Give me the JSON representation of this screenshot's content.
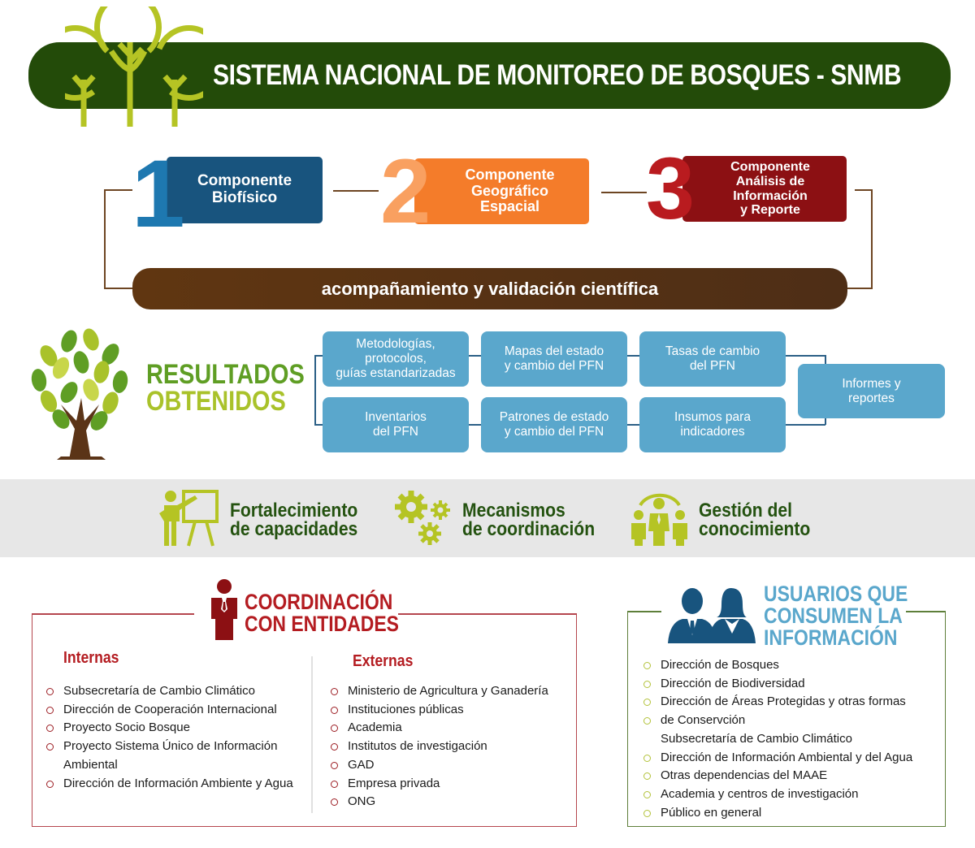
{
  "header": {
    "title": "SISTEMA NACIONAL DE MONITOREO DE BOSQUES - SNMB",
    "logo_icon": "three-trees-icon"
  },
  "components": [
    {
      "number": "1",
      "lines": [
        "Componente",
        "Biofísico"
      ],
      "color": "#18547e",
      "number_color": "#1e78b0"
    },
    {
      "number": "2",
      "lines": [
        "Componente",
        "Geográfico",
        "Espacial"
      ],
      "color": "#f47c2a",
      "number_color": "#f9a060"
    },
    {
      "number": "3",
      "lines": [
        "Componente",
        "Análisis de",
        "Información",
        "y Reporte"
      ],
      "color": "#8c1013",
      "number_color": "#b91b1f"
    }
  ],
  "science_bar": {
    "label": "acompañamiento y validación científica"
  },
  "results": {
    "title_line1": "RESULTADOS",
    "title_line2": "OBTENIDOS",
    "icon": "leafy-tree-icon",
    "boxes": [
      {
        "lines": [
          "Metodologías,",
          "protocolos,",
          "guías estandarizadas"
        ]
      },
      {
        "lines": [
          "Mapas del estado",
          "y cambio del PFN"
        ]
      },
      {
        "lines": [
          "Tasas de cambio",
          "del PFN"
        ]
      },
      {
        "lines": [
          "Inventarios",
          "del PFN"
        ]
      },
      {
        "lines": [
          "Patrones de estado",
          "y cambio del PFN"
        ]
      },
      {
        "lines": [
          "Insumos para",
          "indicadores"
        ]
      },
      {
        "lines": [
          "Informes y",
          "reportes"
        ]
      }
    ]
  },
  "band": {
    "items": [
      {
        "line1": "Fortalecimiento",
        "line2": "de capacidades",
        "icon": "presentation-board-icon"
      },
      {
        "line1": "Mecanismos",
        "line2": "de coordinación",
        "icon": "gears-icon"
      },
      {
        "line1": "Gestión del",
        "line2": "conocimiento",
        "icon": "team-people-icon"
      }
    ]
  },
  "coordination": {
    "title_line1": "COORDINACIÓN",
    "title_line2": "CON ENTIDADES",
    "icon": "businessman-icon",
    "internal": {
      "heading": "Internas",
      "items": [
        "Subsecretaría de Cambio Climático",
        "Dirección de Cooperación Internacional",
        "Proyecto Socio Bosque",
        "Proyecto Sistema Único de Información",
        "Ambiental",
        "Dirección de Información Ambiente y Agua"
      ]
    },
    "external": {
      "heading": "Externas",
      "items": [
        "Ministerio de Agricultura y Ganadería",
        "Instituciones públicas",
        "Academia",
        "Institutos de investigación",
        "GAD",
        "Empresa privada",
        "ONG"
      ]
    }
  },
  "users": {
    "title_line1": "USUARIOS QUE",
    "title_line2": "CONSUMEN LA",
    "title_line3": "INFORMACIÓN",
    "icon": "users-pair-icon",
    "items": [
      "Dirección de Bosques",
      "Dirección de Biodiversidad",
      "Dirección de Áreas Protegidas y otras formas",
      "de Conservción",
      "Subsecretaría de Cambio Climático",
      "Dirección de Información Ambiental y del Agua",
      "Otras dependencias del MAAE",
      "Academia y centros de investigación",
      "Público en general"
    ]
  }
}
